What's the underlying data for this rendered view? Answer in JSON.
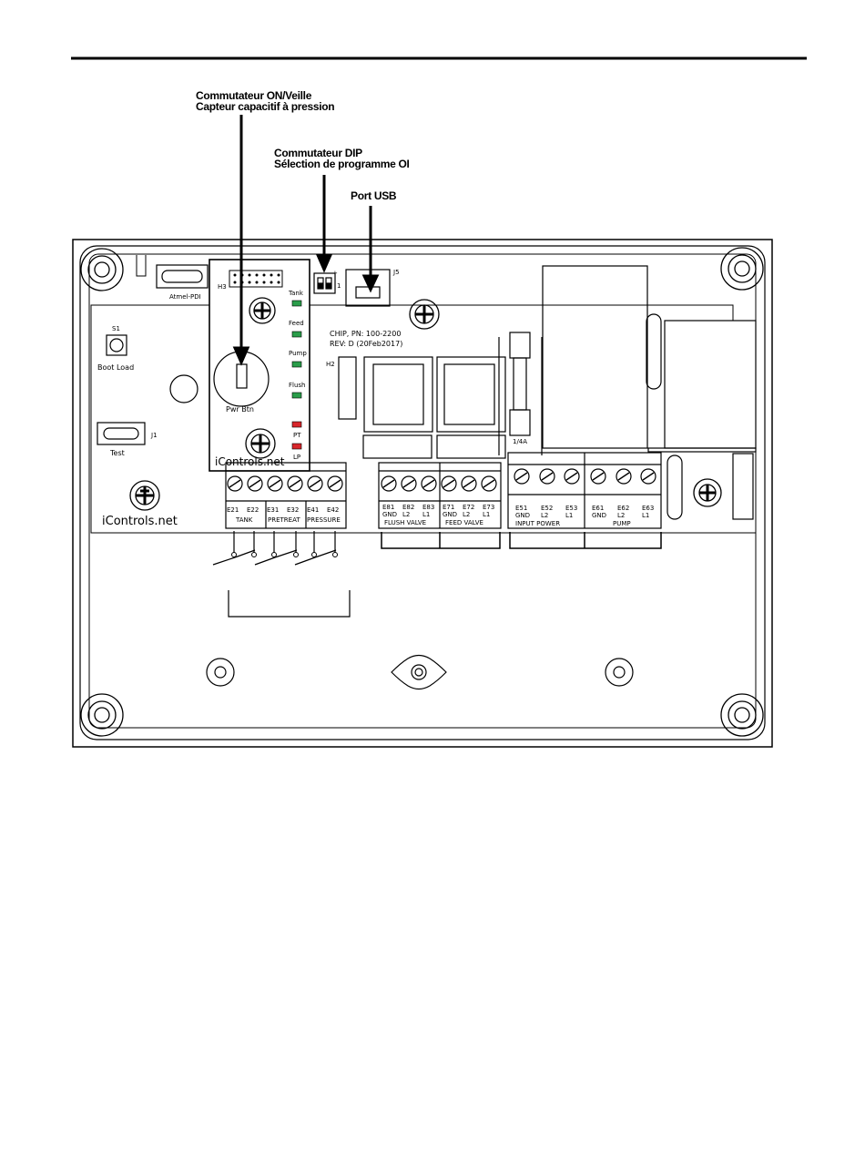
{
  "callouts": {
    "power": [
      "Commutateur ON/Veille",
      "Capteur capacitif à pression"
    ],
    "dip": [
      "Commutateur DIP",
      "Sélection de programme OI"
    ],
    "usb": "Port USB"
  },
  "board": {
    "atmel": "Atmel-PDI",
    "h3": "H3",
    "j5": "J5",
    "h2": "H2",
    "s1": "S1",
    "boot_load": "Boot Load",
    "j1": "J1",
    "test": "Test",
    "chip_line1": "CHIP, PN: 100-2200",
    "chip_line2": "REV: D (20Feb2017)",
    "fuse": "1/4A",
    "brand_left": "iControls.net",
    "brand_panel": "iControls.net",
    "pwr_btn": "Pwr Btn",
    "leds": [
      {
        "label": "Tank",
        "color": "#2a9d4a"
      },
      {
        "label": "Feed",
        "color": "#2a9d4a"
      },
      {
        "label": "Pump",
        "color": "#2a9d4a"
      },
      {
        "label": "Flush",
        "color": "#2a9d4a"
      },
      {
        "label": "PT",
        "color": "#d8262b"
      },
      {
        "label": "LP",
        "color": "#d8262b"
      }
    ],
    "dip_marks": [
      "+",
      "1"
    ]
  },
  "terminals_left": {
    "pins": [
      "E21",
      "E22",
      "E31",
      "E32",
      "E41",
      "E42"
    ],
    "groups": [
      "TANK",
      "PRETREAT",
      "PRESSURE"
    ]
  },
  "terminals_valve": {
    "pins": [
      [
        "E81",
        "GND"
      ],
      [
        "E82",
        "L2"
      ],
      [
        "E83",
        "L1"
      ],
      [
        "E71",
        "GND"
      ],
      [
        "E72",
        "L2"
      ],
      [
        "E73",
        "L1"
      ]
    ],
    "groups": [
      "FLUSH VALVE",
      "FEED VALVE"
    ]
  },
  "terminals_power": {
    "pins": [
      [
        "E51",
        "GND"
      ],
      [
        "E52",
        "L2"
      ],
      [
        "E53",
        "L1"
      ],
      [
        "E61",
        "GND"
      ],
      [
        "E62",
        "L2"
      ],
      [
        "E63",
        "L1"
      ]
    ],
    "groups": [
      "INPUT POWER",
      "PUMP"
    ]
  }
}
